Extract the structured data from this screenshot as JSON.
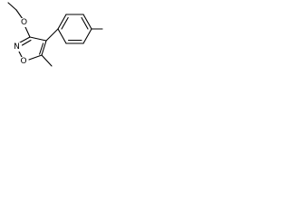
{
  "molecule": {
    "atoms": {
      "ether_oxygen": "O",
      "ring_nitrogen": "N",
      "ring_oxygen": "O"
    }
  },
  "colors": {
    "background": "#ffffff",
    "bonds": "#000000",
    "labels": "#000000"
  }
}
